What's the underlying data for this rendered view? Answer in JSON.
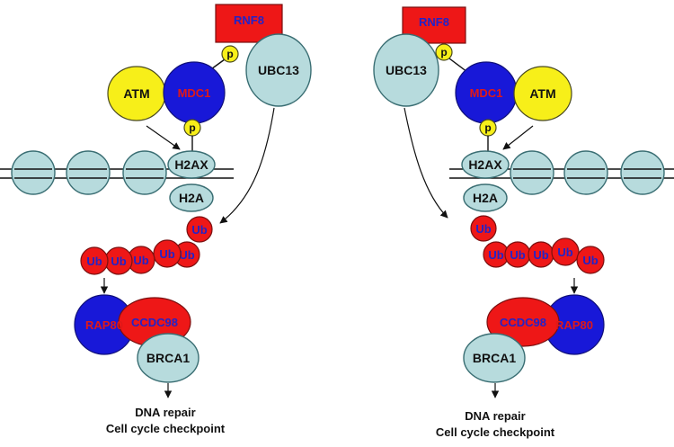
{
  "labels": {
    "rnf8": "RNF8",
    "p": "p",
    "atm": "ATM",
    "mdc1": "MDC1",
    "ubc13": "UBC13",
    "h2ax": "H2AX",
    "h2a": "H2A",
    "ub": "Ub",
    "rap80": "RAP80",
    "ccdc98": "CCDC98",
    "brca1": "BRCA1",
    "outcome_line1": "DNA repair",
    "outcome_line2": "Cell cycle checkpoint"
  },
  "colors": {
    "protein_cyan": "#b7dbdd",
    "phospho_yellow": "#f7ef19",
    "mdc1_blue": "#1818d8",
    "ubiquitin_red": "#ee1717",
    "label_blue": "#2323c8",
    "label_red": "#e01818"
  }
}
